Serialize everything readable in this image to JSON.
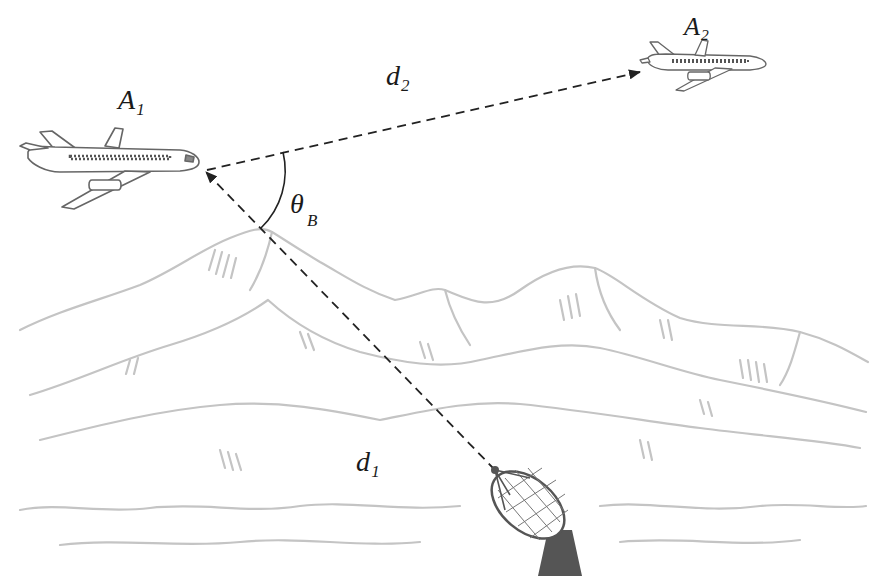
{
  "diagram": {
    "labels": [
      "A₁",
      "A₂",
      "d₂",
      "θ",
      "B",
      "d₁"
    ]
  }
}
